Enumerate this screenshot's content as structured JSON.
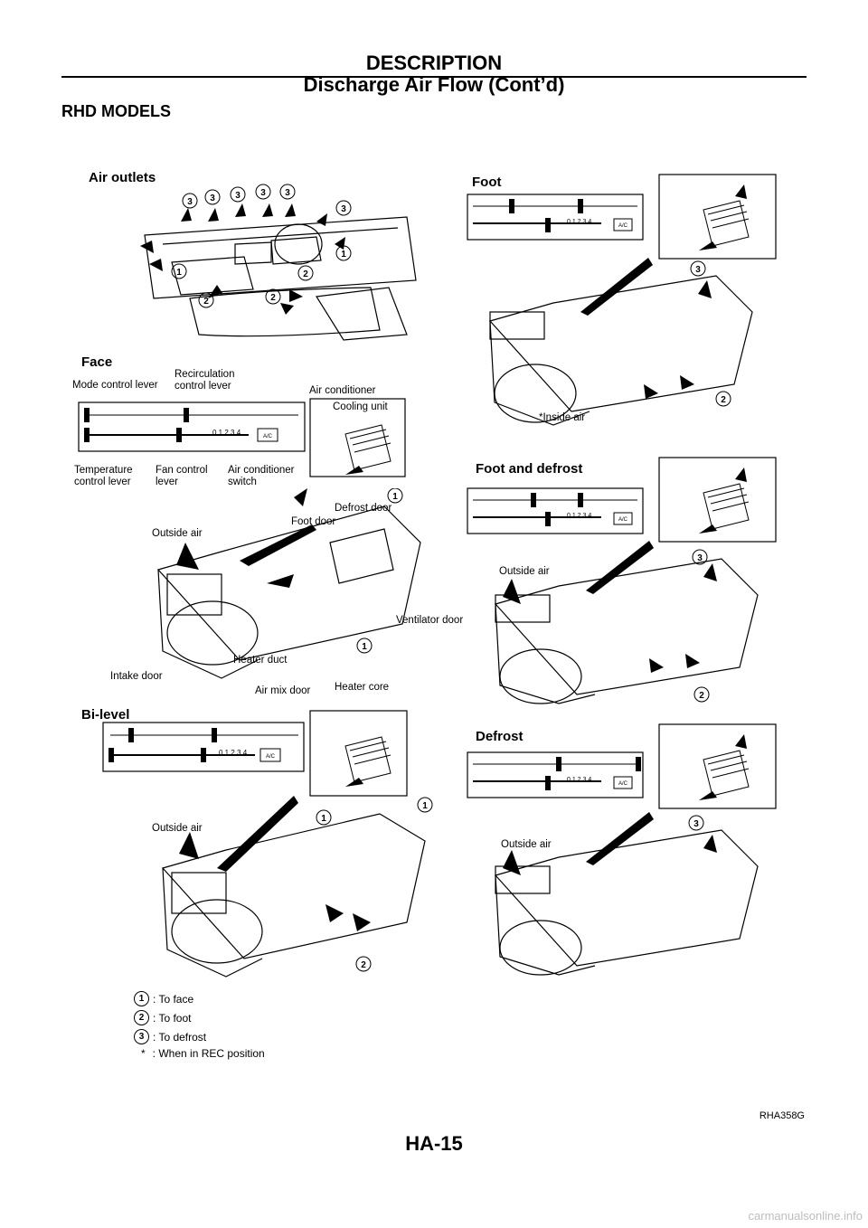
{
  "header": {
    "title": "DESCRIPTION",
    "subtitle": "Discharge Air Flow (Cont’d)"
  },
  "section_title": "RHD MODELS",
  "air_outlets": {
    "title": "Air outlets",
    "numbers": [
      "3",
      "3",
      "3",
      "3",
      "3",
      "3",
      "1",
      "1",
      "2",
      "2",
      "2"
    ]
  },
  "face": {
    "title": "Face",
    "labels": {
      "mode_control": "Mode control lever",
      "recirculation": "Recirculation\ncontrol lever",
      "air_conditioner": "Air conditioner",
      "cooling_unit": "Cooling unit",
      "temperature": "Temperature\ncontrol lever",
      "fan_control": "Fan control\nlever",
      "ac_switch": "Air conditioner\nswitch",
      "outside_air": "Outside air",
      "foot_door": "Foot door",
      "defrost_door": "Defrost door",
      "ventilator_door": "Ventilator door",
      "intake_door": "Intake door",
      "heater_duct": "Heater duct",
      "air_mix_door": "Air mix door",
      "heater_core": "Heater core"
    },
    "numbers": [
      "1",
      "1"
    ]
  },
  "bilevel": {
    "title": "Bi-level",
    "outside_air": "Outside air",
    "numbers": [
      "1",
      "1",
      "2"
    ]
  },
  "foot": {
    "title": "Foot",
    "inside_air": "*Inside air",
    "numbers": [
      "3",
      "2"
    ]
  },
  "foot_defrost": {
    "title": "Foot and defrost",
    "outside_air": "Outside air",
    "numbers": [
      "3",
      "2"
    ]
  },
  "defrost": {
    "title": "Defrost",
    "outside_air": "Outside air",
    "numbers": [
      "3"
    ]
  },
  "control_panel": {
    "fan_scale": "0 1 2 3 4",
    "ac_button": "A/C"
  },
  "legend": [
    {
      "num": "1",
      "text": ": To face"
    },
    {
      "num": "2",
      "text": ": To foot"
    },
    {
      "num": "3",
      "text": ": To defrost"
    },
    {
      "num": "*",
      "text": ": When in REC position"
    }
  ],
  "figure_code": "RHA358G",
  "page_number": "HA-15",
  "watermark": "carmanualsonline.info"
}
